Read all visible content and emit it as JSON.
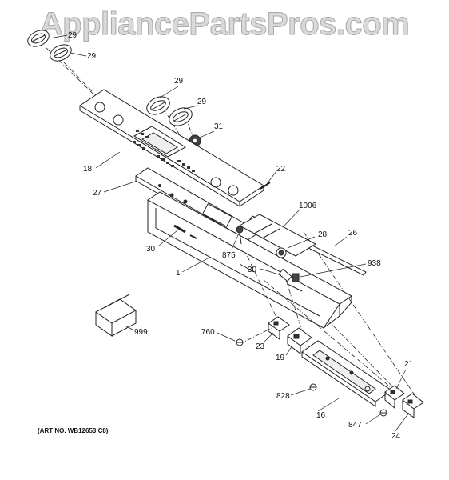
{
  "watermark": "AppliancePartsPros.com",
  "art_number": "(ART NO. WB12653 C8)",
  "callouts": {
    "c29a": "29",
    "c29b": "29",
    "c29c": "29",
    "c29d": "29",
    "c31": "31",
    "c18": "18",
    "c22": "22",
    "c27": "27",
    "c1006": "1006",
    "c30a": "30",
    "c875": "875",
    "c28": "28",
    "c26": "26",
    "c1": "1",
    "c30b": "30",
    "c938": "938",
    "c999": "999",
    "c760": "760",
    "c23": "23",
    "c19": "19",
    "c21": "21",
    "c828": "828",
    "c16": "16",
    "c847": "847",
    "c24": "24"
  }
}
